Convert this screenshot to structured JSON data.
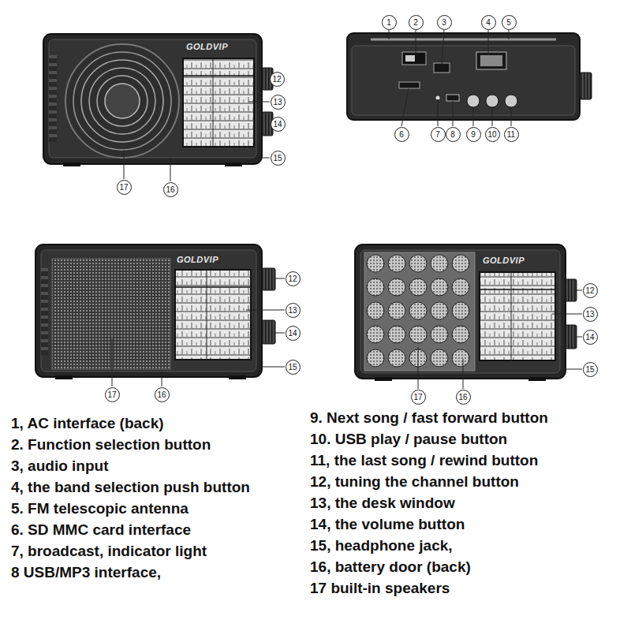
{
  "diagram": {
    "labels": [
      "12",
      "13",
      "14",
      "15",
      "17",
      "16",
      "GOLDVIP",
      "1",
      "2",
      "3",
      "4",
      "5",
      "6",
      "7",
      "8",
      "9",
      "10",
      "11",
      "12",
      "13",
      "14",
      "15",
      "17",
      "16",
      "GOLDVIP",
      "12",
      "13",
      "14",
      "15",
      "17",
      "16",
      "GOLDVIP",
      "1, AC interface (back)",
      "2. Function selection button",
      "3, audio input",
      "4, the band selection push button",
      "5. FM telescopic antenna",
      "6. SD MMC card interface",
      "7, broadcast, indicator light",
      "8 USB/MP3 interface,",
      "9. Next song / fast forward button",
      "10. USB play / pause button",
      "11, the last song / rewind button",
      "12, tuning the channel button",
      "13, the desk window",
      "14, the volume button",
      "15, headphone jack,",
      "16, battery door (back)",
      "17 built-in speakers"
    ]
  }
}
